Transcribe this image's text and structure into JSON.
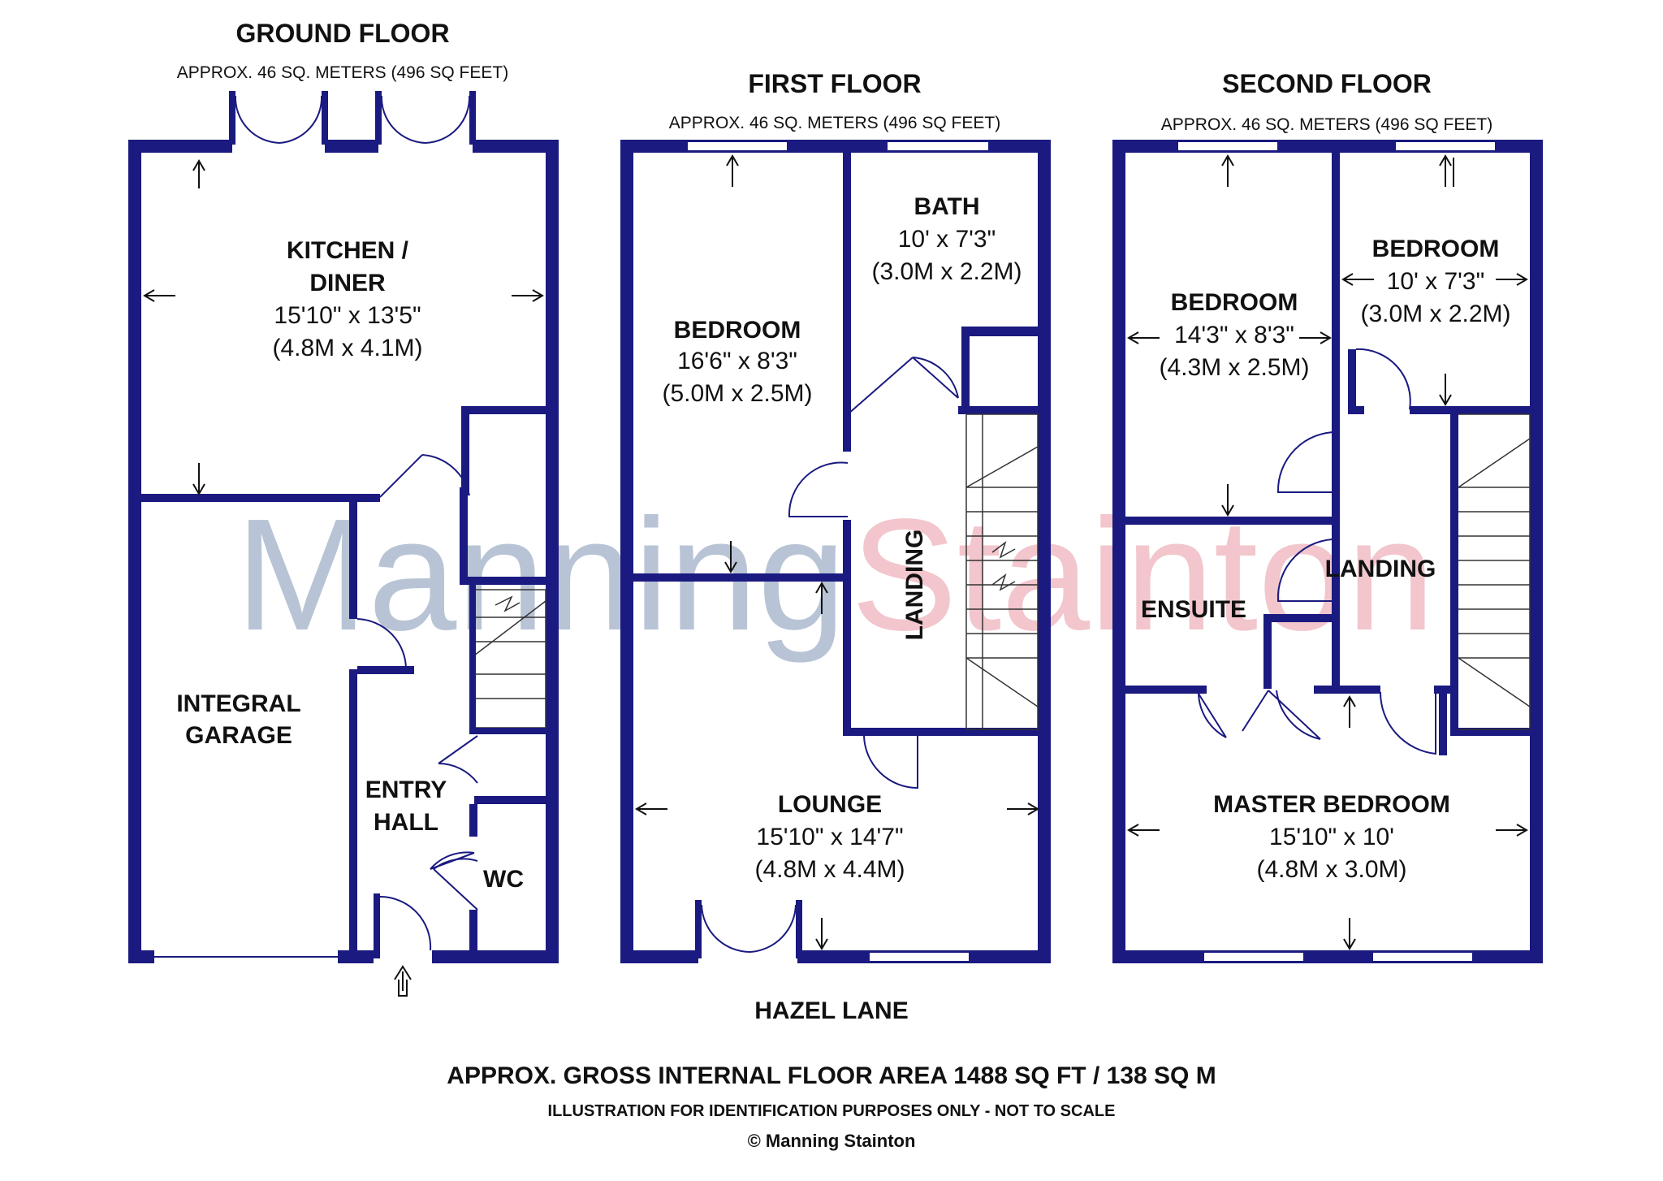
{
  "watermark": {
    "part1": "Manning",
    "part2": "Stainton",
    "color1": "#b8c4d6",
    "color2": "#f2c6cc"
  },
  "colors": {
    "wall": "#1a1a80"
  },
  "floors": {
    "ground": {
      "title": "GROUND FLOOR",
      "area": "APPROX. 46 SQ. METERS (496 SQ FEET)",
      "rooms": {
        "kitchen": {
          "name1": "KITCHEN /",
          "name2": "DINER",
          "dim_imperial": "15'10\" x 13'5\"",
          "dim_metric": "(4.8M x 4.1M)"
        },
        "garage": {
          "name1": "INTEGRAL",
          "name2": "GARAGE"
        },
        "entry": {
          "name1": "ENTRY",
          "name2": "HALL"
        },
        "wc": {
          "name": "WC"
        }
      }
    },
    "first": {
      "title": "FIRST FLOOR",
      "area": "APPROX. 46 SQ. METERS (496 SQ FEET)",
      "rooms": {
        "bedroom": {
          "name": "BEDROOM",
          "dim_imperial": "16'6\" x 8'3\"",
          "dim_metric": "(5.0M x 2.5M)"
        },
        "bath": {
          "name": "BATH",
          "dim_imperial": "10' x 7'3\"",
          "dim_metric": "(3.0M x 2.2M)"
        },
        "landing": {
          "name": "LANDING"
        },
        "lounge": {
          "name": "LOUNGE",
          "dim_imperial": "15'10\" x 14'7\"",
          "dim_metric": "(4.8M x 4.4M)"
        }
      }
    },
    "second": {
      "title": "SECOND FLOOR",
      "area": "APPROX. 46 SQ. METERS (496 SQ FEET)",
      "rooms": {
        "bedroom_left": {
          "name": "BEDROOM",
          "dim_imperial": "14'3\" x 8'3\"",
          "dim_metric": "(4.3M x 2.5M)"
        },
        "bedroom_right": {
          "name": "BEDROOM",
          "dim_imperial": "10' x 7'3\"",
          "dim_metric": "(3.0M x 2.2M)"
        },
        "ensuite": {
          "name": "ENSUITE"
        },
        "landing": {
          "name": "LANDING"
        },
        "master": {
          "name": "MASTER BEDROOM",
          "dim_imperial": "15'10\" x 10'",
          "dim_metric": "(4.8M x 3.0M)"
        }
      }
    }
  },
  "street": "HAZEL LANE",
  "footer": {
    "gross_area": "APPROX. GROSS INTERNAL FLOOR AREA 1488 SQ FT / 138 SQ M",
    "disclaimer": "ILLUSTRATION FOR IDENTIFICATION PURPOSES ONLY - NOT TO SCALE",
    "copyright": "© Manning Stainton"
  }
}
